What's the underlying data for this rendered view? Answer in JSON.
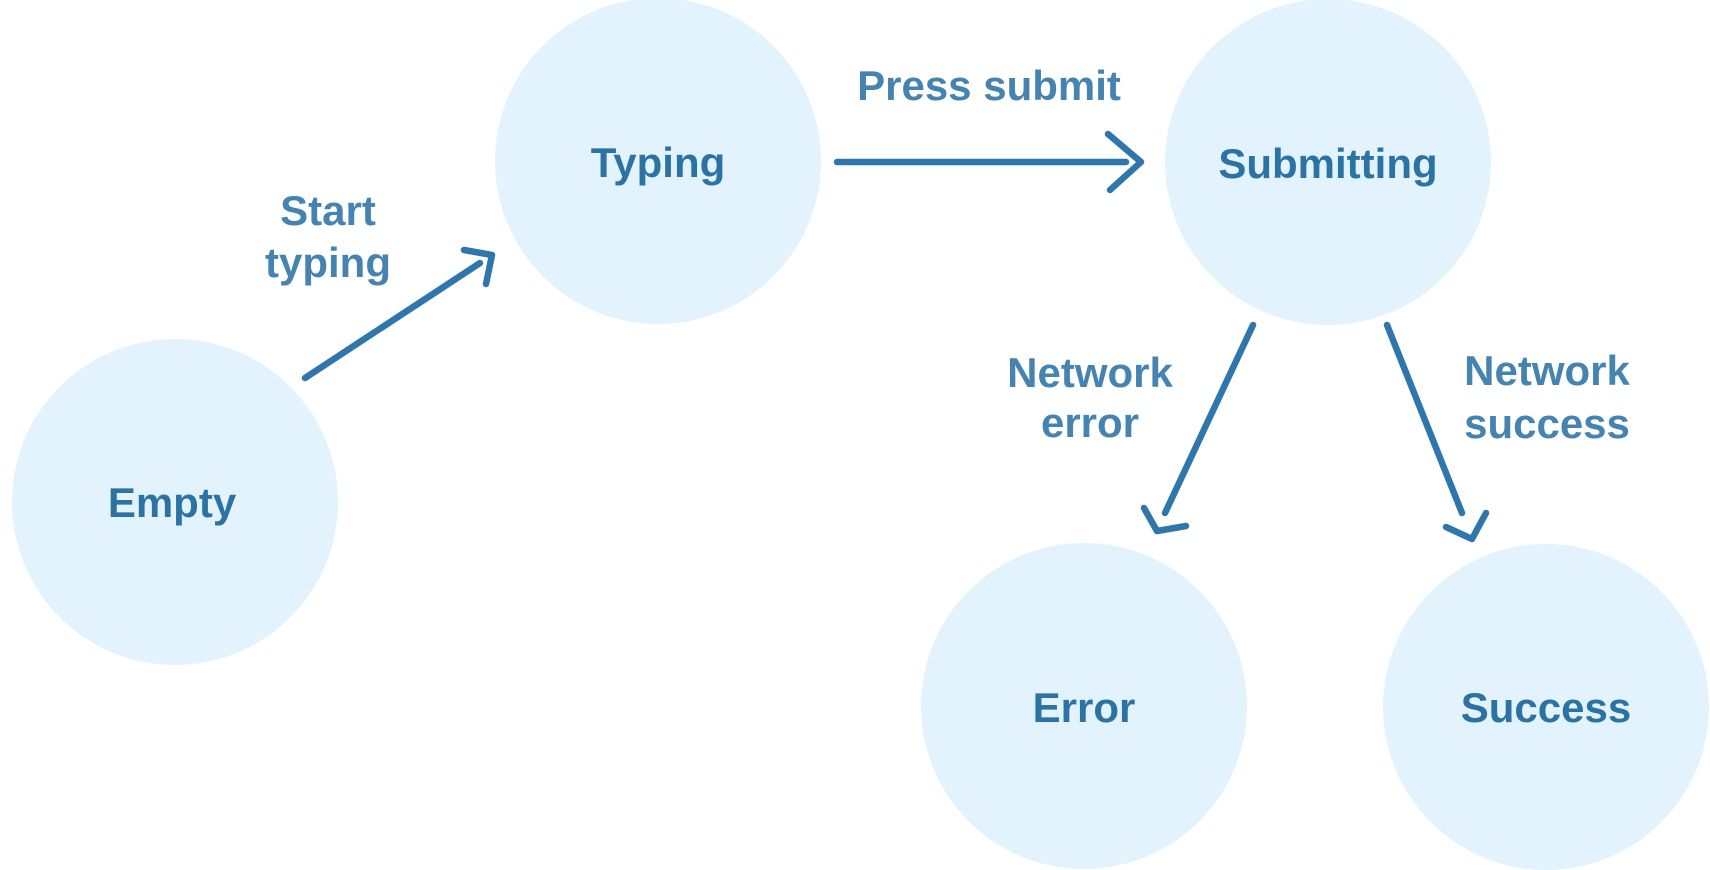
{
  "diagram": {
    "type": "state-machine",
    "colors": {
      "background": "#ffffff",
      "node_fill": "#e2f3fd",
      "node_text": "#2c73a4",
      "edge_stroke": "#2e76ab",
      "edge_label": "#4583b1"
    },
    "states": [
      {
        "id": "empty",
        "label": "Empty"
      },
      {
        "id": "typing",
        "label": "Typing"
      },
      {
        "id": "submitting",
        "label": "Submitting"
      },
      {
        "id": "error",
        "label": "Error"
      },
      {
        "id": "success",
        "label": "Success"
      }
    ],
    "transitions": [
      {
        "from": "empty",
        "to": "typing",
        "label": "Start typing",
        "label_lines": [
          "Start",
          "typing"
        ]
      },
      {
        "from": "typing",
        "to": "submitting",
        "label": "Press submit",
        "label_lines": [
          "Press submit"
        ]
      },
      {
        "from": "submitting",
        "to": "error",
        "label": "Network error",
        "label_lines": [
          "Network",
          "error"
        ]
      },
      {
        "from": "submitting",
        "to": "success",
        "label": "Network success",
        "label_lines": [
          "Network",
          "success"
        ]
      }
    ]
  }
}
